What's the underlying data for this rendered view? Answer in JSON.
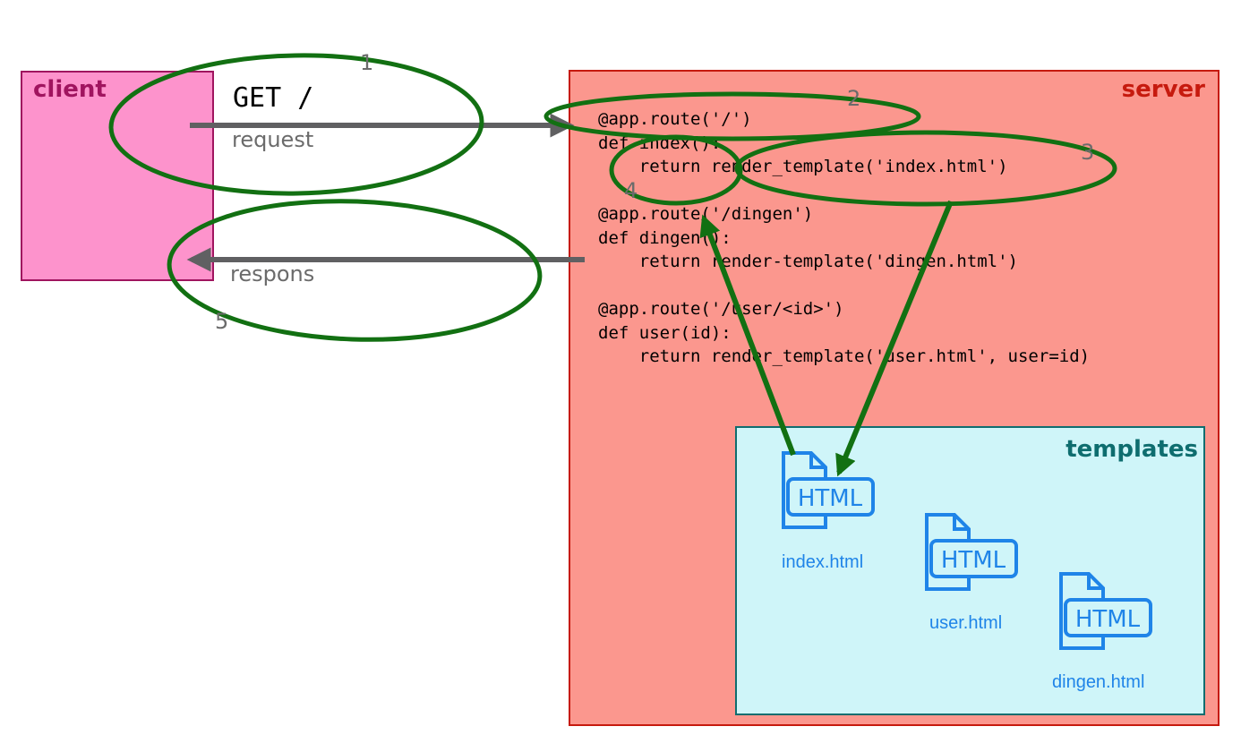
{
  "client": {
    "title": "client"
  },
  "server": {
    "title": "server",
    "code": [
      [
        "@app.route('/')",
        "def index():",
        "    return render_template('index.html')"
      ],
      [
        "@app.route('/dingen')",
        "def dingen():",
        "    return render-template('dingen.html')"
      ],
      [
        "@app.route('/user/<id>')",
        "def user(id):",
        "    return render_template('user.html', user=id)"
      ]
    ]
  },
  "templates": {
    "title": "templates",
    "icon_text": "HTML",
    "files": [
      "index.html",
      "user.html",
      "dingen.html"
    ]
  },
  "request": {
    "method_path": "GET /",
    "label": "request"
  },
  "response": {
    "label": "respons"
  },
  "steps": [
    "1",
    "2",
    "3",
    "4",
    "5"
  ],
  "colors": {
    "annotation": "#127012",
    "arrow": "#606062",
    "icon": "#1f84e8"
  }
}
